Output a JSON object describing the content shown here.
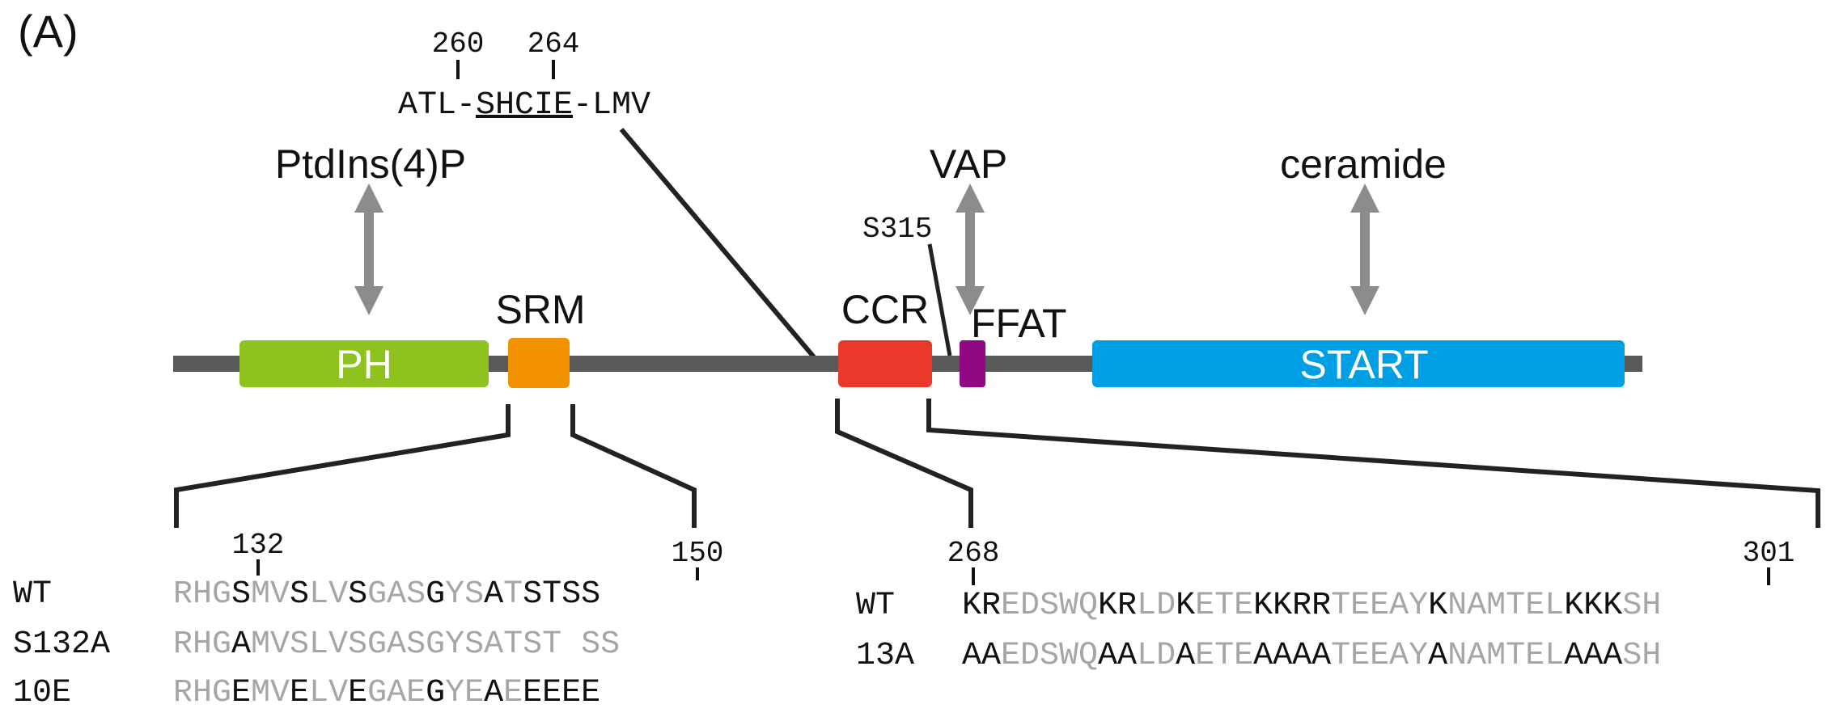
{
  "panel_label": "(A)",
  "ligands": {
    "ptdins": "PtdIns(4)P",
    "vap": "VAP",
    "ceramide": "ceramide"
  },
  "site": {
    "phospho": "S315",
    "pos_start": "260",
    "pos_end": "264",
    "motif_prefix": "ATL-",
    "motif_core": "SHCIE",
    "motif_suffix": "-LMV"
  },
  "domains": {
    "ph": {
      "label": "PH",
      "color": "#8dc21f"
    },
    "srm": {
      "label": "SRM",
      "color": "#f39200"
    },
    "ccr": {
      "label": "CCR",
      "color": "#e8392b"
    },
    "ffat": {
      "label": "FFAT",
      "color": "#920783"
    },
    "start": {
      "label": "START",
      "color": "#009fe3"
    }
  },
  "colors": {
    "backbone": "#595959",
    "arrow": "#8c8c8c",
    "highlight": "#111111",
    "dim": "#a6a6a6"
  },
  "srm_region": {
    "start_residue": "132",
    "end_residue": "150",
    "rows": [
      {
        "label": "WT",
        "seq": "RHGSMVSLVSGASGYSATSTSS",
        "mask": "0001001001000100101111"
      },
      {
        "label": "S132A",
        "seq": "RHGAMVSLVSGASGYSATST SS",
        "mask": "00010000000000000000000"
      },
      {
        "label": "10E",
        "seq": "RHGEMVELVEGAEGYEAEEEEE",
        "mask": "0001001001000100101111"
      }
    ]
  },
  "ccr_region": {
    "start_residue": "268",
    "end_residue": "301",
    "rows": [
      {
        "label": "WT",
        "seq": "KREDSWQKRLDKETEKKRRTEEAYKNAMTELKKKSH",
        "mask": "110000011001000111100000100000011100"
      },
      {
        "label": "13A",
        "seq": "AAEDSWQAALDAETEAAAATEEAYANAMTELAAASH",
        "mask": "110000011001000111100000100000011100"
      }
    ]
  }
}
